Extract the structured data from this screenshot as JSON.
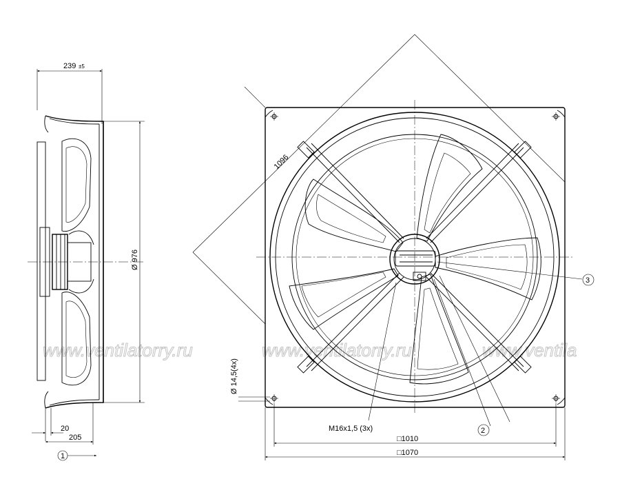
{
  "watermark": {
    "text_1": "www.ventilatorry.ru",
    "text_2": "www.ventilatorry.ru",
    "text_3": "www.ventila"
  },
  "side_view": {
    "depth_label": "239",
    "depth_tolerance": "±5",
    "diameter_label": "Ø 976",
    "flange_label": "20",
    "overall_label": "205",
    "view_callout": "1"
  },
  "front_view": {
    "diagonal_label": "1096",
    "hole_label": "Ø 14,5(4x)",
    "thread_label": "M16x1,5 (3x)",
    "inner_square_label": "□1010",
    "outer_square_label": "□1070",
    "callout_2": "2",
    "callout_3": "3"
  }
}
